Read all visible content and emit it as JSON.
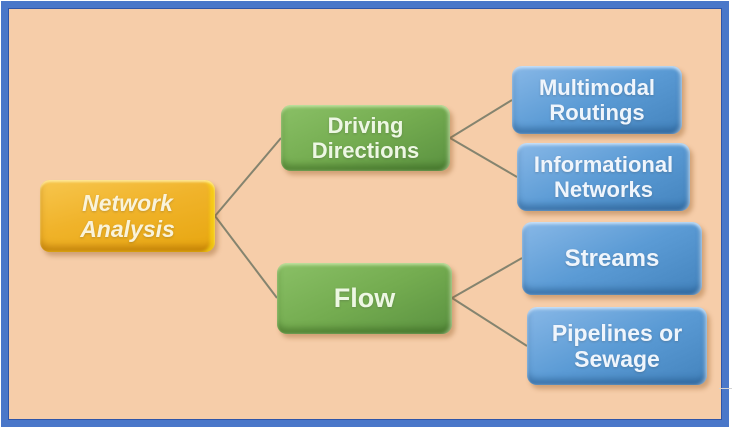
{
  "diagram": {
    "type": "hierarchy",
    "colors": {
      "page_background": "#FFFFFF",
      "frame_border": "#4A77C9",
      "canvas_background": "#F6CDA9",
      "root_fill": "#F0B32A",
      "branch_fill": "#74AC50",
      "leaf_fill": "#5B9BD5",
      "connector": "#85846F",
      "node_text": "#F5F5EE"
    },
    "nodes": [
      {
        "id": "network-analysis",
        "label": "Network Analysis",
        "level": "root"
      },
      {
        "id": "driving-directions",
        "label": "Driving Directions",
        "level": "branch"
      },
      {
        "id": "flow",
        "label": "Flow",
        "level": "branch"
      },
      {
        "id": "multimodal-routings",
        "label": "Multimodal Routings",
        "level": "leaf"
      },
      {
        "id": "informational-networks",
        "label": "Informational Networks",
        "level": "leaf"
      },
      {
        "id": "streams",
        "label": "Streams",
        "level": "leaf"
      },
      {
        "id": "pipelines-or-sewage",
        "label": "Pipelines or Sewage",
        "level": "leaf"
      }
    ],
    "edges": [
      {
        "from": "network-analysis",
        "to": "driving-directions"
      },
      {
        "from": "network-analysis",
        "to": "flow"
      },
      {
        "from": "driving-directions",
        "to": "multimodal-routings"
      },
      {
        "from": "driving-directions",
        "to": "informational-networks"
      },
      {
        "from": "flow",
        "to": "streams"
      },
      {
        "from": "flow",
        "to": "pipelines-or-sewage"
      }
    ]
  }
}
